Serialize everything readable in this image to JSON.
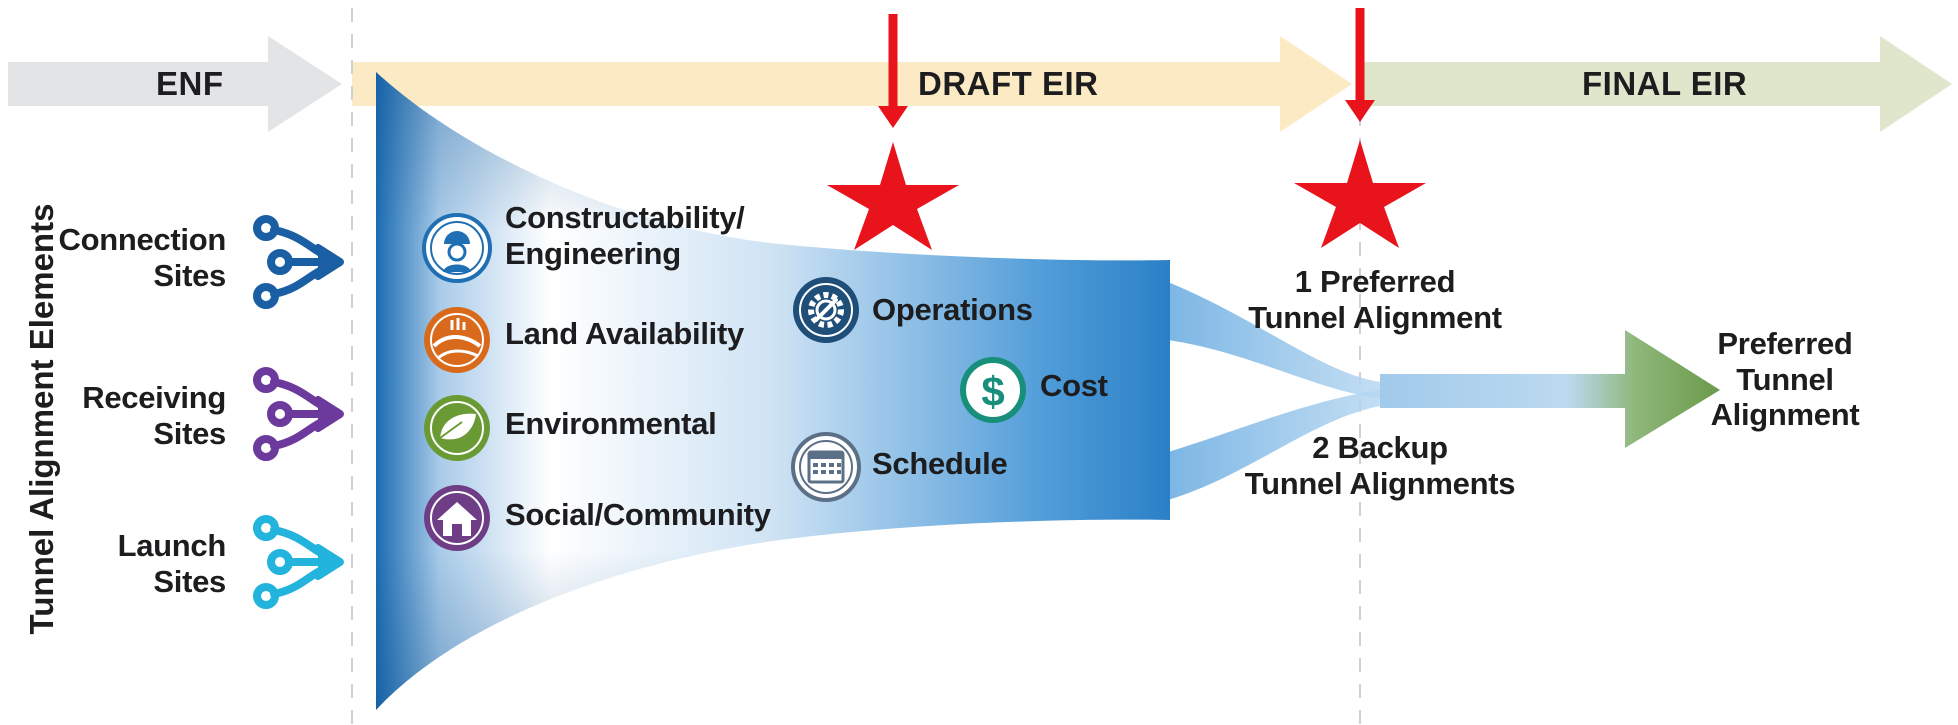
{
  "phases": {
    "enf": "ENF",
    "draft_eir": "DRAFT EIR",
    "final_eir": "FINAL EIR"
  },
  "side_title": "Tunnel Alignment Elements",
  "inputs": {
    "connection": {
      "line1": "Connection",
      "line2": "Sites",
      "color": "#1a5fa3"
    },
    "receiving": {
      "line1": "Receiving",
      "line2": "Sites",
      "color": "#6b3a9c"
    },
    "launch": {
      "line1": "Launch",
      "line2": "Sites",
      "color": "#22b4dc"
    }
  },
  "criteria": [
    {
      "label_line1": "Constructability/",
      "label_line2": "Engineering",
      "icon": "engineer-icon",
      "color": "#1f6fb5"
    },
    {
      "label": "Land Availability",
      "icon": "land-icon",
      "color": "#d96a1c"
    },
    {
      "label": "Environmental",
      "icon": "leaf-icon",
      "color": "#6a9a34"
    },
    {
      "label": "Social/Community",
      "icon": "house-icon",
      "color": "#6e3d86"
    },
    {
      "label": "Operations",
      "icon": "gear-wrench-icon",
      "color": "#1f4e79"
    },
    {
      "label": "Cost",
      "icon": "dollar-icon",
      "color": "#178f7a"
    },
    {
      "label": "Schedule",
      "icon": "calendar-icon",
      "color": "#5b6f86"
    }
  ],
  "outputs": {
    "preferred": {
      "line1": "1 Preferred",
      "line2": "Tunnel Alignment"
    },
    "backup": {
      "line1": "2 Backup",
      "line2": "Tunnel Alignments"
    },
    "final": {
      "line1": "Preferred",
      "line2": "Tunnel",
      "line3": "Alignment"
    }
  },
  "colors": {
    "enf_arrow": "#e3e4e6",
    "draft_arrow": "#fbeac3",
    "final_arrow": "#dfe6cc",
    "funnel_dark": "#1f72b8",
    "funnel_light": "#ffffff",
    "star": "#e8131b",
    "final_green": "#6a9a4a"
  }
}
